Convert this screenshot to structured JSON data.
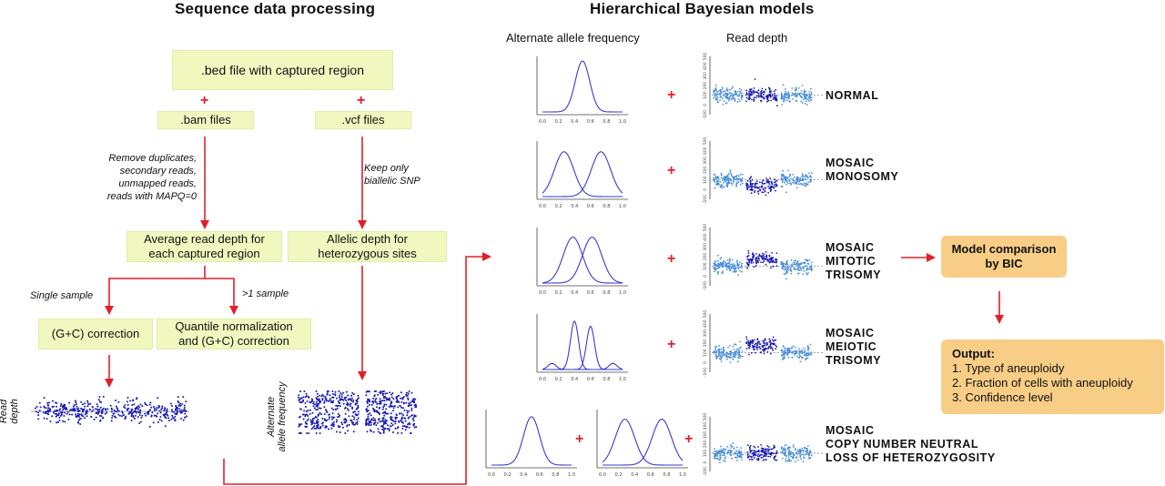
{
  "titles": {
    "left": "Sequence data processing",
    "right": "Hierarchical Bayesian models"
  },
  "column_headers": {
    "allele": "Alternate allele frequency",
    "depth": "Read depth"
  },
  "pipeline": {
    "bed_box": ".bed file with captured region",
    "bam_box": ".bam files",
    "vcf_box": ".vcf files",
    "note_remove": [
      "Remove duplicates,",
      "secondary reads,",
      "unmapped reads,",
      "reads with MAPQ=0"
    ],
    "note_keep": [
      "Keep only",
      "biallelic SNP"
    ],
    "avg_box": [
      "Average read depth for",
      "each captured region"
    ],
    "allelic_box": [
      "Allelic depth for",
      "heterozygous sites"
    ],
    "single_sample": "Single sample",
    "multi_sample": ">1 sample",
    "gc_box": "(G+C) correction",
    "quantile_box": [
      "Quantile normalization",
      "and (G+C) correction"
    ],
    "read_depth_label": [
      "Read",
      "depth"
    ],
    "allele_freq_label": [
      "Alternate",
      "allele frequency"
    ]
  },
  "plus_sign": "+",
  "models": [
    {
      "label": [
        "NORMAL"
      ]
    },
    {
      "label": [
        "MOSAIC",
        "MONOSOMY"
      ]
    },
    {
      "label": [
        "MOSAIC",
        "MITOTIC",
        "TRISOMY"
      ]
    },
    {
      "label": [
        "MOSAIC",
        "MEIOTIC",
        "TRISOMY"
      ]
    },
    {
      "label": [
        "MOSAIC",
        "COPY NUMBER NEUTRAL",
        "LOSS OF HETEROZYGOSITY"
      ]
    }
  ],
  "density_axis_ticks": [
    "0.0",
    "0.2",
    "0.4",
    "0.6",
    "0.8",
    "1.0"
  ],
  "depth_axis_ticks": [
    "-100",
    "0",
    "100",
    "200",
    "300",
    "400",
    "500"
  ],
  "comparison_box": [
    "Model comparison",
    "by BIC"
  ],
  "output": {
    "title": "Output:",
    "items": [
      "1. Type of aneuploidy",
      "2. Fraction of cells with aneuploidy",
      "3. Confidence level"
    ]
  },
  "colors": {
    "arrow": "#e0202a",
    "box_green": "#f0f8c0",
    "box_orange": "#f8cd86",
    "curve": "#3a3ad0",
    "dot_light": "#4a8fd8",
    "dot_dark": "#1a1ab0"
  }
}
